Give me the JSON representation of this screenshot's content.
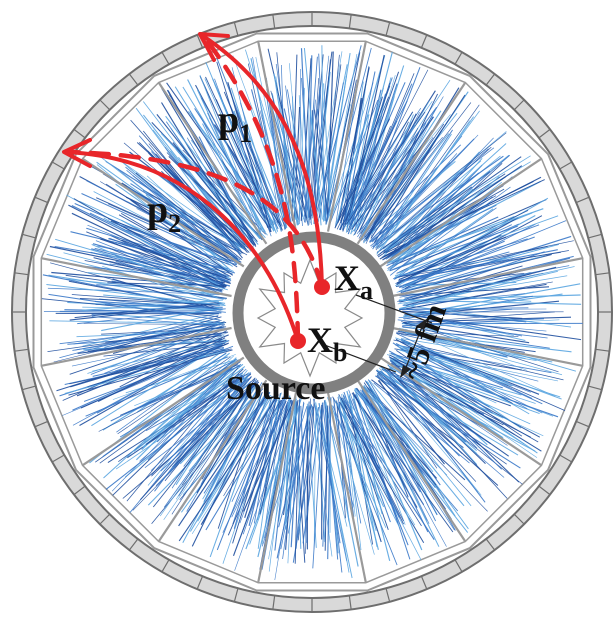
{
  "labels": {
    "p1_main": "p",
    "p1_sub": "1",
    "p2_main": "p",
    "p2_sub": "2",
    "xa_main": "X",
    "xa_sub": "a",
    "xb_main": "X",
    "xb_sub": "b",
    "source": "Source",
    "scale": "~5 fm"
  },
  "colors": {
    "tracks_dark": "#1f4f9e",
    "tracks_mid": "#3a78c8",
    "tracks_light": "#5aa5e0",
    "path": "#e8262a",
    "ring_gray": "#808080",
    "detector_fill": "#d9d9d9",
    "detector_stroke": "#6e6e6e",
    "label": "#111111"
  },
  "detector": {
    "sides": 16,
    "outer_cells": 48
  }
}
